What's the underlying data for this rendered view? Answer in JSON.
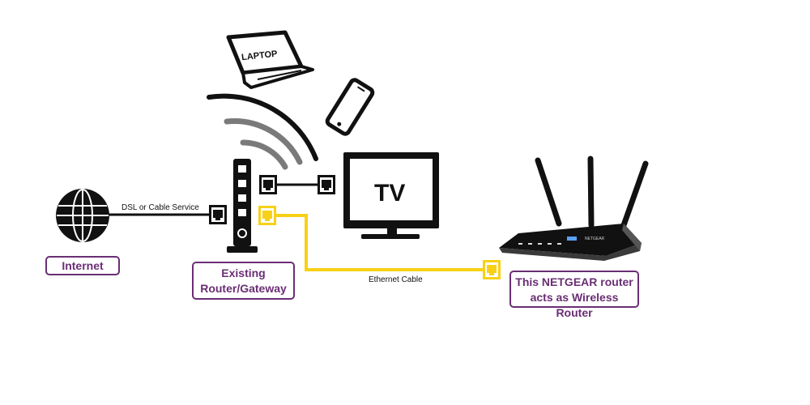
{
  "labels": {
    "internet": "Internet",
    "existing_router_line1": "Existing",
    "existing_router_line2": "Router/Gateway",
    "netgear_line1": "This NETGEAR router",
    "netgear_line2": "acts as Wireless Router",
    "dsl_service": "DSL or Cable Service",
    "ethernet_cable": "Ethernet Cable",
    "laptop": "LAPTOP",
    "tv": "TV",
    "router_brand": "NETGEAR"
  },
  "colors": {
    "label_purple": "#6a2e74",
    "ethernet_yellow": "#f7d117",
    "device_black": "#111111",
    "wifi_gray": "#7a7a7a"
  }
}
